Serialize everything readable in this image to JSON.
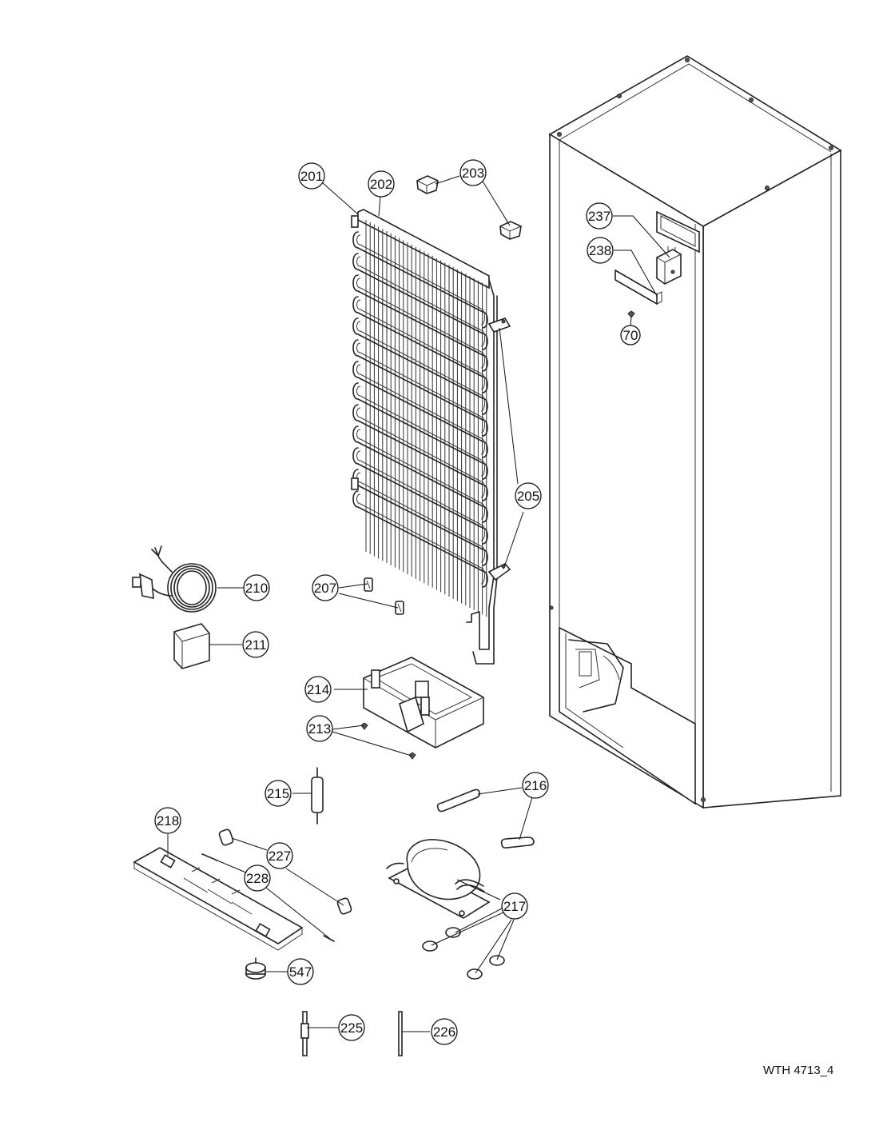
{
  "drawing_ref": "WTH 4713_4",
  "callouts": [
    {
      "id": "201",
      "label": "201"
    },
    {
      "id": "202",
      "label": "202"
    },
    {
      "id": "203",
      "label": "203"
    },
    {
      "id": "205",
      "label": "205"
    },
    {
      "id": "207",
      "label": "207"
    },
    {
      "id": "210",
      "label": "210"
    },
    {
      "id": "211",
      "label": "211"
    },
    {
      "id": "213",
      "label": "213"
    },
    {
      "id": "214",
      "label": "214"
    },
    {
      "id": "215",
      "label": "215"
    },
    {
      "id": "216",
      "label": "216"
    },
    {
      "id": "217",
      "label": "217"
    },
    {
      "id": "218",
      "label": "218"
    },
    {
      "id": "225",
      "label": "225"
    },
    {
      "id": "226",
      "label": "226"
    },
    {
      "id": "227",
      "label": "227"
    },
    {
      "id": "228",
      "label": "228"
    },
    {
      "id": "237",
      "label": "237"
    },
    {
      "id": "238",
      "label": "238"
    },
    {
      "id": "70",
      "label": "70"
    },
    {
      "id": "547",
      "label": "547"
    }
  ]
}
